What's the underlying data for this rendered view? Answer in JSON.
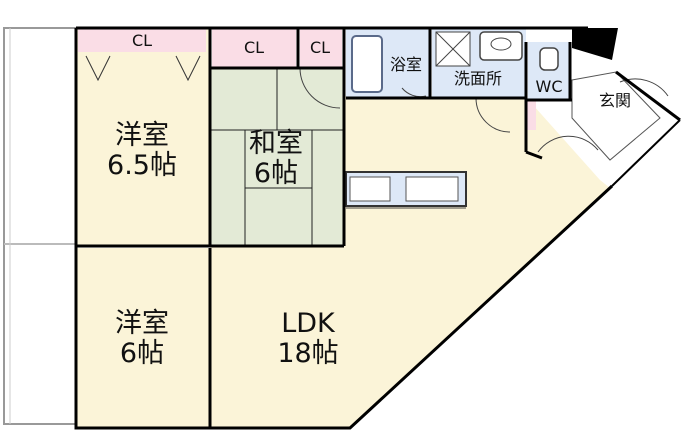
{
  "plan": {
    "rooms": {
      "western_65": {
        "name": "洋室",
        "size": "6.5帖"
      },
      "western_6": {
        "name": "洋室",
        "size": "6帖"
      },
      "japanese": {
        "name": "和室",
        "size": "6帖"
      },
      "ldk": {
        "name": "LDK",
        "size": "18帖"
      },
      "bath": {
        "name": "浴室"
      },
      "washroom": {
        "name": "洗面所"
      },
      "toilet": {
        "name": "WC"
      },
      "entrance": {
        "name": "玄関"
      }
    },
    "closets": {
      "cl_1": "CL",
      "cl_2": "CL",
      "cl_3": "CL"
    },
    "colors": {
      "wall": "#000000",
      "floor_ldk": "#fbf4d8",
      "floor_tatami": "#e3ead6",
      "closet": "#fadde6",
      "wet_area": "#dde8f7",
      "balcony": "#ffffff"
    }
  }
}
